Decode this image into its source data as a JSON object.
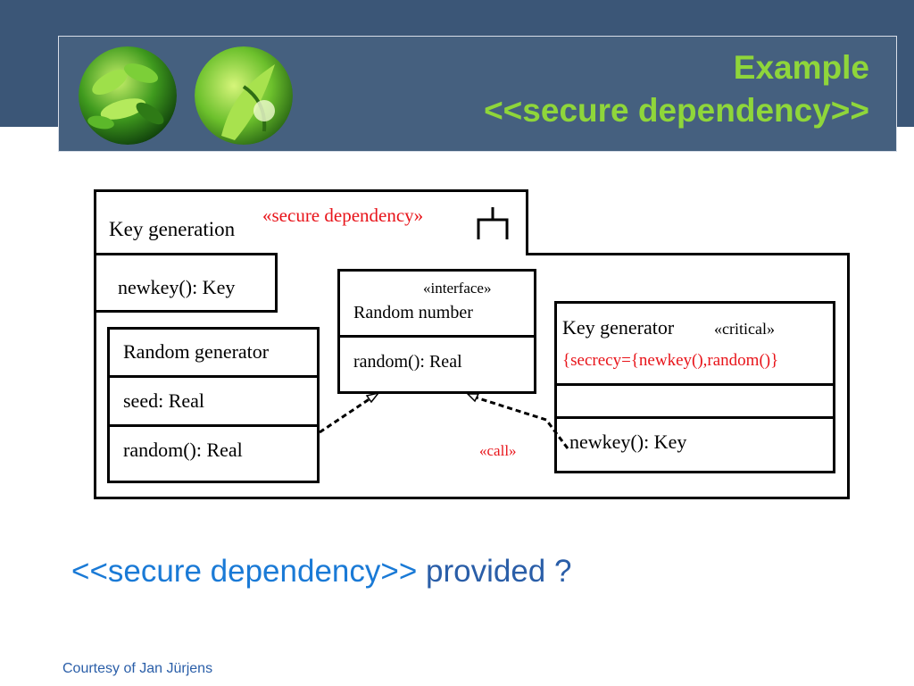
{
  "slide": {
    "title_line1": "Example",
    "title_line2": "<<secure dependency>>",
    "question_stereotype": "<<secure dependency>>",
    "question_rest": "provided ?",
    "courtesy": "Courtesy of Jan Jürjens"
  },
  "diagram": {
    "package_name": "Key generation",
    "package_stereotype": "«secure dependency»",
    "newkey_op": "newkey(): Key",
    "random_generator": {
      "name": "Random generator",
      "attribute": "seed: Real",
      "operation": "random(): Real"
    },
    "random_number": {
      "stereotype": "«interface»",
      "name": "Random number",
      "operation": "random(): Real"
    },
    "key_generator": {
      "name": "Key generator",
      "stereotype": "«critical»",
      "tag": "{secrecy={newkey(),random()}",
      "operation": "newkey(): Key"
    },
    "call_label": "«call»"
  },
  "colors": {
    "header": "#3b5677",
    "title_green": "#8fd63a",
    "stereotype_red": "#e8141a",
    "question_blue": "#1a7ad6"
  }
}
